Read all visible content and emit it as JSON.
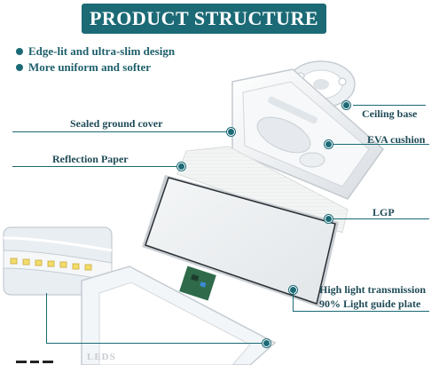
{
  "title": "PRODUCT STRUCTURE",
  "features": [
    "Edge-lit and ultra-slim design",
    "More uniform and softer"
  ],
  "labels": {
    "ceiling_base": "Ceiling base",
    "eva_cushion": "EVA cushion",
    "sealed_ground_cover": "Sealed ground cover",
    "reflection_paper": "Reflection Paper",
    "lgp": "LGP",
    "transmission_line1": "High light transmission",
    "transmission_line2": "90% Light guide plate",
    "leds": "LEDS"
  },
  "colors": {
    "accent": "#1b6a76",
    "label_text": "#1f4b57"
  }
}
